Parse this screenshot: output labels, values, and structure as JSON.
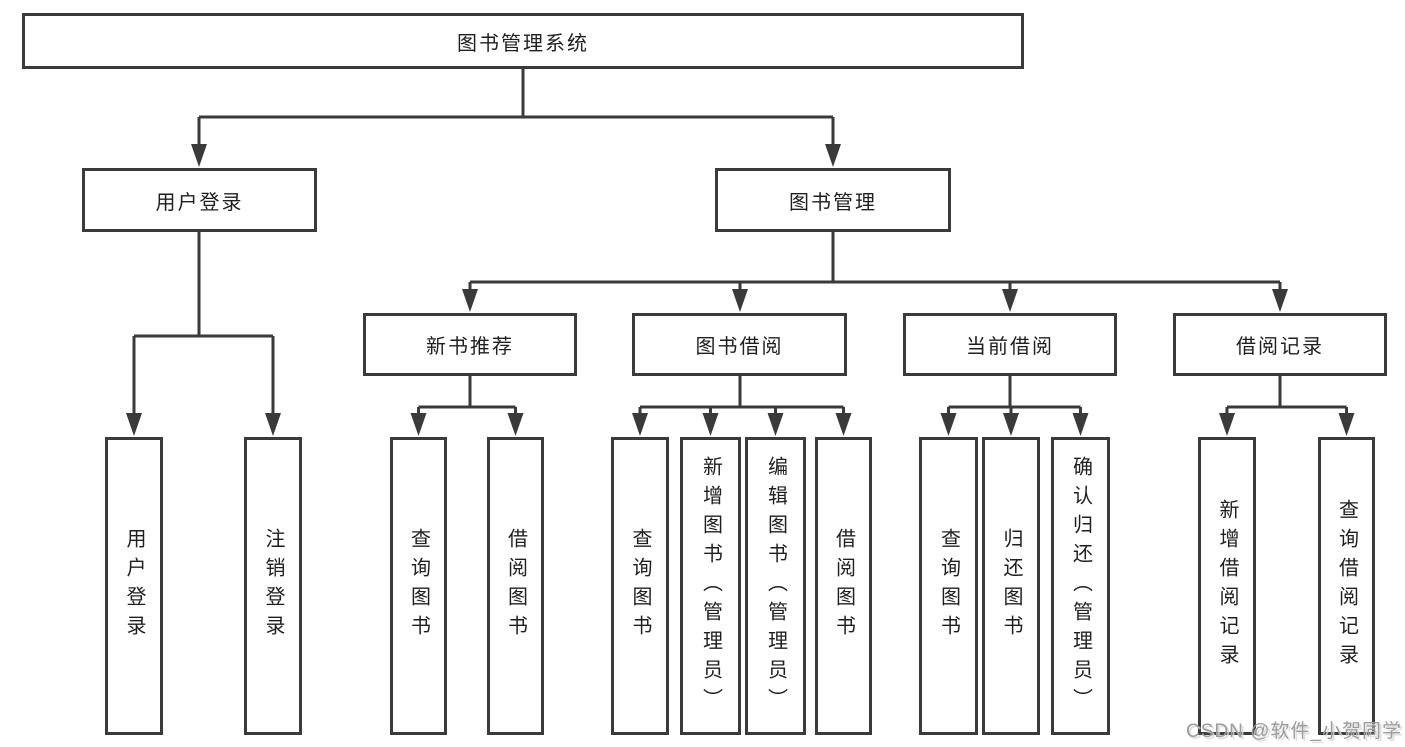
{
  "diagram": {
    "root": {
      "label": "图书管理系统"
    },
    "level2": [
      {
        "label": "用户登录"
      },
      {
        "label": "图书管理"
      }
    ],
    "level3": [
      {
        "label": "新书推荐"
      },
      {
        "label": "图书借阅"
      },
      {
        "label": "当前借阅"
      },
      {
        "label": "借阅记录"
      }
    ],
    "leaves": [
      {
        "label": "用户登录",
        "parent": "用户登录"
      },
      {
        "label": "注销登录",
        "parent": "用户登录"
      },
      {
        "label": "查询图书",
        "parent": "新书推荐"
      },
      {
        "label": "借阅图书",
        "parent": "新书推荐"
      },
      {
        "label": "查询图书",
        "parent": "图书借阅"
      },
      {
        "label": "新增图书（管理员）",
        "parent": "图书借阅"
      },
      {
        "label": "编辑图书（管理员）",
        "parent": "图书借阅"
      },
      {
        "label": "借阅图书",
        "parent": "图书借阅"
      },
      {
        "label": "查询图书",
        "parent": "当前借阅"
      },
      {
        "label": "归还图书",
        "parent": "当前借阅"
      },
      {
        "label": "确认归还（管理员）",
        "parent": "当前借阅"
      },
      {
        "label": "新增借阅记录",
        "parent": "借阅记录"
      },
      {
        "label": "查询借阅记录",
        "parent": "借阅记录"
      }
    ],
    "colors": {
      "line": "#3a3a3a",
      "text": "#1f1f1f",
      "background": "#ffffff",
      "watermark": "#9c9c9c"
    }
  },
  "watermark": {
    "text": "CSDN @软件_小贺同学"
  }
}
